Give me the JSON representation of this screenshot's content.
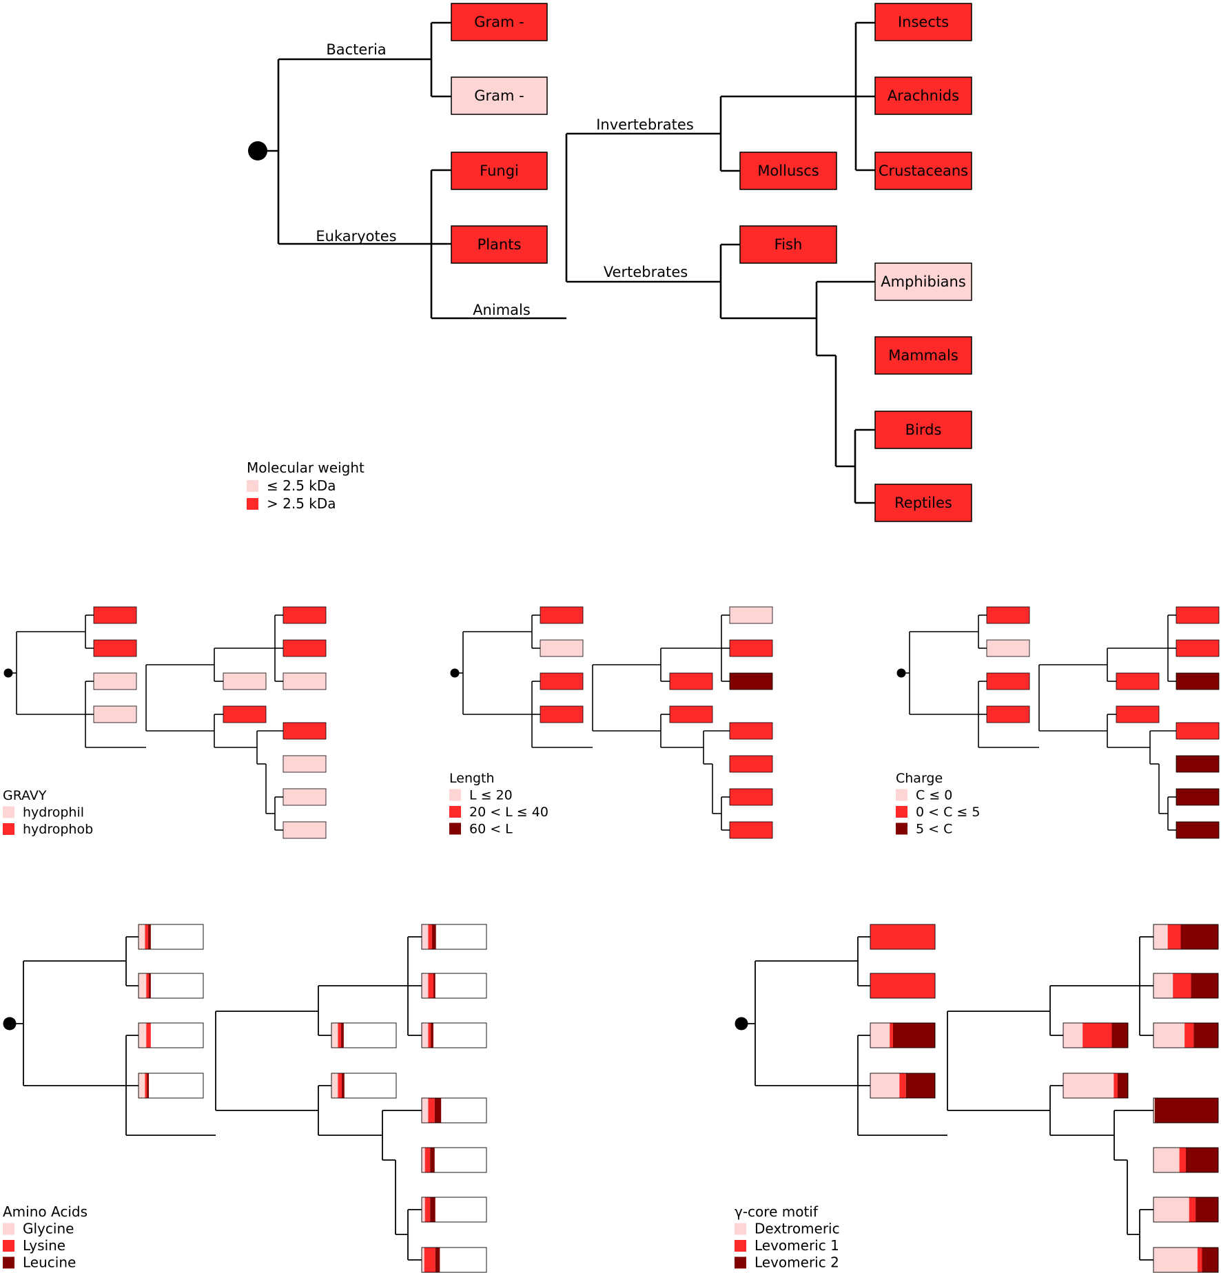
{
  "colors": {
    "light": "#fdd5d5",
    "medium": "#fe2a2a",
    "dark": "#800000",
    "line": "#000000"
  },
  "main_tree": {
    "branch_labels": {
      "bacteria": "Bacteria",
      "eukaryotes": "Eukaryotes",
      "animals": "Animals",
      "invertebrates": "Invertebrates",
      "vertebrates": "Vertebrates"
    },
    "leaves": [
      {
        "id": "gram-neg-1",
        "label": "Gram -",
        "weight_class": "medium"
      },
      {
        "id": "gram-neg-2",
        "label": "Gram -",
        "weight_class": "light"
      },
      {
        "id": "fungi",
        "label": "Fungi",
        "weight_class": "medium"
      },
      {
        "id": "plants",
        "label": "Plants",
        "weight_class": "medium"
      },
      {
        "id": "insects",
        "label": "Insects",
        "weight_class": "medium"
      },
      {
        "id": "arachnids",
        "label": "Arachnids",
        "weight_class": "medium"
      },
      {
        "id": "crustaceans",
        "label": "Crustaceans",
        "weight_class": "medium"
      },
      {
        "id": "molluscs",
        "label": "Molluscs",
        "weight_class": "medium"
      },
      {
        "id": "fish",
        "label": "Fish",
        "weight_class": "medium"
      },
      {
        "id": "amphibians",
        "label": "Amphibians",
        "weight_class": "light"
      },
      {
        "id": "mammals",
        "label": "Mammals",
        "weight_class": "medium"
      },
      {
        "id": "birds",
        "label": "Birds",
        "weight_class": "medium"
      },
      {
        "id": "reptiles",
        "label": "Reptiles",
        "weight_class": "medium"
      }
    ],
    "legend": {
      "title": "Molecular weight",
      "items": [
        {
          "label": "≤ 2.5 kDa",
          "color": "light"
        },
        {
          "label": "> 2.5 kDa",
          "color": "medium"
        }
      ]
    }
  },
  "small_trees": [
    {
      "id": "gravy",
      "legend": {
        "title": "GRAVY",
        "items": [
          {
            "label": "hydrophil",
            "color": "light"
          },
          {
            "label": "hydrophob",
            "color": "medium"
          }
        ]
      },
      "leaf_colors": {
        "gram-neg-1": "medium",
        "gram-neg-2": "medium",
        "fungi": "light",
        "plants": "light",
        "insects": "medium",
        "arachnids": "medium",
        "crustaceans": "light",
        "molluscs": "light",
        "fish": "medium",
        "amphibians": "medium",
        "mammals": "light",
        "birds": "light",
        "reptiles": "light"
      }
    },
    {
      "id": "length",
      "legend": {
        "title": "Length",
        "items": [
          {
            "label": "L ≤ 20",
            "color": "light"
          },
          {
            "label": "20 < L ≤ 40",
            "color": "medium"
          },
          {
            "label": "60 < L",
            "color": "dark"
          }
        ]
      },
      "leaf_colors": {
        "gram-neg-1": "medium",
        "gram-neg-2": "light",
        "fungi": "medium",
        "plants": "medium",
        "insects": "light",
        "arachnids": "medium",
        "crustaceans": "dark",
        "molluscs": "medium",
        "fish": "medium",
        "amphibians": "medium",
        "mammals": "medium",
        "birds": "medium",
        "reptiles": "medium"
      }
    },
    {
      "id": "charge",
      "legend": {
        "title": "Charge",
        "items": [
          {
            "label": "C ≤ 0",
            "color": "light"
          },
          {
            "label": "0 < C ≤ 5",
            "color": "medium"
          },
          {
            "label": "5 < C",
            "color": "dark"
          }
        ]
      },
      "leaf_colors": {
        "gram-neg-1": "medium",
        "gram-neg-2": "light",
        "fungi": "medium",
        "plants": "medium",
        "insects": "medium",
        "arachnids": "medium",
        "crustaceans": "dark",
        "molluscs": "medium",
        "fish": "medium",
        "amphibians": "medium",
        "mammals": "dark",
        "birds": "dark",
        "reptiles": "dark"
      }
    }
  ],
  "stacked_trees": [
    {
      "id": "amino-acids",
      "legend": {
        "title": "Amino Acids",
        "items": [
          {
            "label": "Glycine",
            "color": "light"
          },
          {
            "label": "Lysine",
            "color": "medium"
          },
          {
            "label": "Leucine",
            "color": "dark"
          }
        ]
      },
      "leaf_fractions": {
        "gram-neg-1": [
          0.1,
          0.05,
          0.04
        ],
        "gram-neg-2": [
          0.12,
          0.04,
          0.03
        ],
        "fungi": [
          0.12,
          0.07,
          0.0
        ],
        "plants": [
          0.1,
          0.03,
          0.03
        ],
        "insects": [
          0.1,
          0.06,
          0.06
        ],
        "arachnids": [
          0.1,
          0.08,
          0.03
        ],
        "crustaceans": [
          0.1,
          0.04,
          0.04
        ],
        "molluscs": [
          0.1,
          0.05,
          0.04
        ],
        "fish": [
          0.1,
          0.06,
          0.04
        ],
        "amphibians": [
          0.1,
          0.1,
          0.1
        ],
        "mammals": [
          0.05,
          0.08,
          0.07
        ],
        "birds": [
          0.05,
          0.08,
          0.08
        ],
        "reptiles": [
          0.04,
          0.17,
          0.07
        ]
      }
    },
    {
      "id": "gamma-core",
      "legend": {
        "title": "γ-core motif",
        "items": [
          {
            "label": "Dextromeric",
            "color": "light"
          },
          {
            "label": "Levomeric 1",
            "color": "medium"
          },
          {
            "label": "Levomeric 2",
            "color": "dark"
          }
        ]
      },
      "leaf_fractions": {
        "gram-neg-1": [
          0.0,
          1.0,
          0.0
        ],
        "gram-neg-2": [
          0.0,
          1.0,
          0.0
        ],
        "fungi": [
          0.3,
          0.05,
          0.65
        ],
        "plants": [
          0.45,
          0.1,
          0.45
        ],
        "insects": [
          0.22,
          0.2,
          0.58
        ],
        "arachnids": [
          0.3,
          0.28,
          0.42
        ],
        "crustaceans": [
          0.48,
          0.14,
          0.38
        ],
        "molluscs": [
          0.3,
          0.45,
          0.25
        ],
        "fish": [
          0.78,
          0.06,
          0.16
        ],
        "amphibians": [
          0.02,
          0.0,
          0.98
        ],
        "mammals": [
          0.4,
          0.1,
          0.5
        ],
        "birds": [
          0.55,
          0.1,
          0.35
        ],
        "reptiles": [
          0.68,
          0.07,
          0.25
        ]
      }
    }
  ]
}
